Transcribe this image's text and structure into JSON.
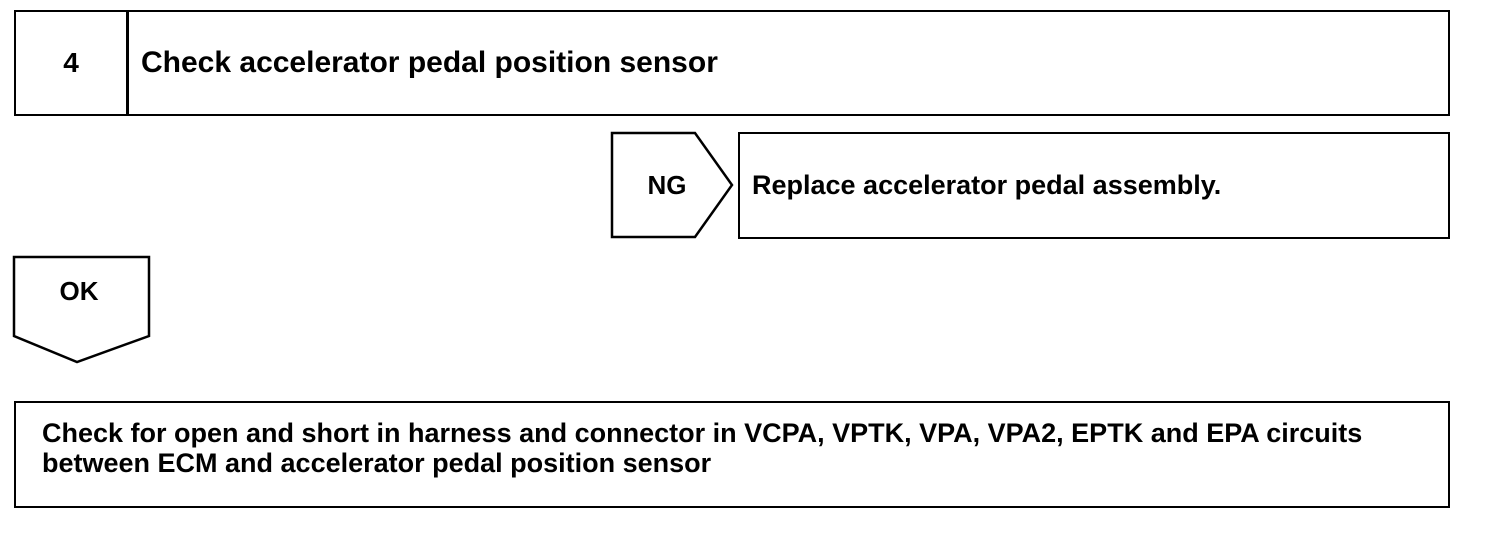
{
  "step": {
    "number": "4",
    "title": "Check accelerator pedal position sensor"
  },
  "ng_branch": {
    "label": "NG",
    "result": "Replace accelerator pedal assembly."
  },
  "ok_branch": {
    "label": "OK"
  },
  "next_step": {
    "text": "Check for open and short in harness and connector in VCPA, VPTK, VPA, VPA2, EPTK and EPA circuits between ECM and accelerator pedal position sensor"
  }
}
